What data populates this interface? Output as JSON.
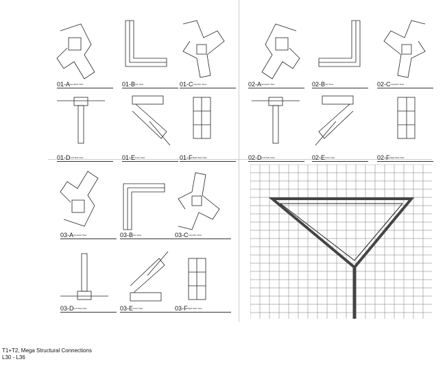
{
  "sheet": {
    "views": [
      {
        "id": "01-A",
        "view": "Isometric View"
      },
      {
        "id": "01-B",
        "view": "Top View"
      },
      {
        "id": "01-C",
        "view": "Isometric View"
      },
      {
        "id": "01-D",
        "view": "Left Side View"
      },
      {
        "id": "01-E",
        "view": "Front View"
      },
      {
        "id": "01-F",
        "view": "Right Side View"
      },
      {
        "id": "02-A",
        "view": "Isometric View"
      },
      {
        "id": "02-B",
        "view": "Top View"
      },
      {
        "id": "02-C",
        "view": "Isometric View"
      },
      {
        "id": "02-D",
        "view": "Left Side View"
      },
      {
        "id": "02-E",
        "view": "Front View"
      },
      {
        "id": "02-F",
        "view": "Right Side View"
      },
      {
        "id": "03-A",
        "view": "Isometric View"
      },
      {
        "id": "03-B",
        "view": "Top View"
      },
      {
        "id": "03-C",
        "view": "Isometric View"
      },
      {
        "id": "03-D",
        "view": "Left Side View"
      },
      {
        "id": "03-E",
        "view": "Front View"
      },
      {
        "id": "03-F",
        "view": "Right Side View"
      }
    ]
  },
  "caption": {
    "title": "T1+T2, Mega Structural Connections",
    "levels": "L30 - L36"
  }
}
